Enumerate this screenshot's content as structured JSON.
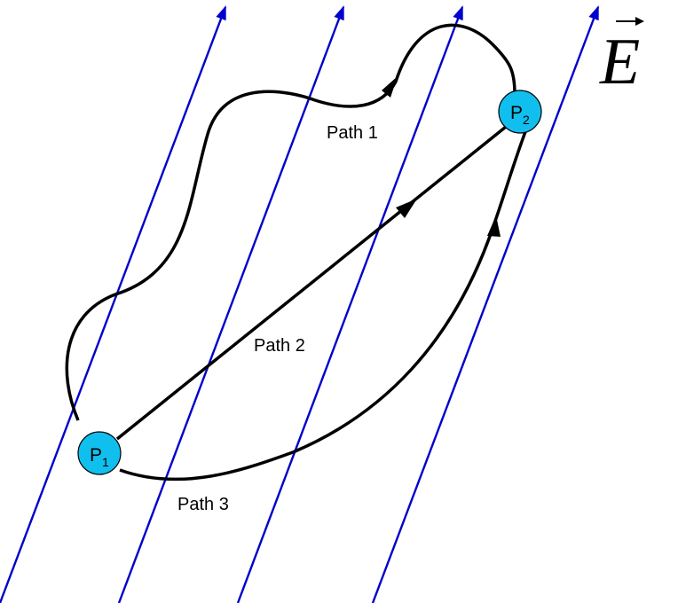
{
  "field": {
    "symbol": "E",
    "color": "#0000CC"
  },
  "points": {
    "p1": {
      "letter": "P",
      "subscript": "1",
      "fill": "#11BFEF"
    },
    "p2": {
      "letter": "P",
      "subscript": "2",
      "fill": "#11BFEF"
    }
  },
  "paths": {
    "path1": {
      "label": "Path 1"
    },
    "path2": {
      "label": "Path 2"
    },
    "path3": {
      "label": "Path 3"
    },
    "color": "#000000"
  }
}
